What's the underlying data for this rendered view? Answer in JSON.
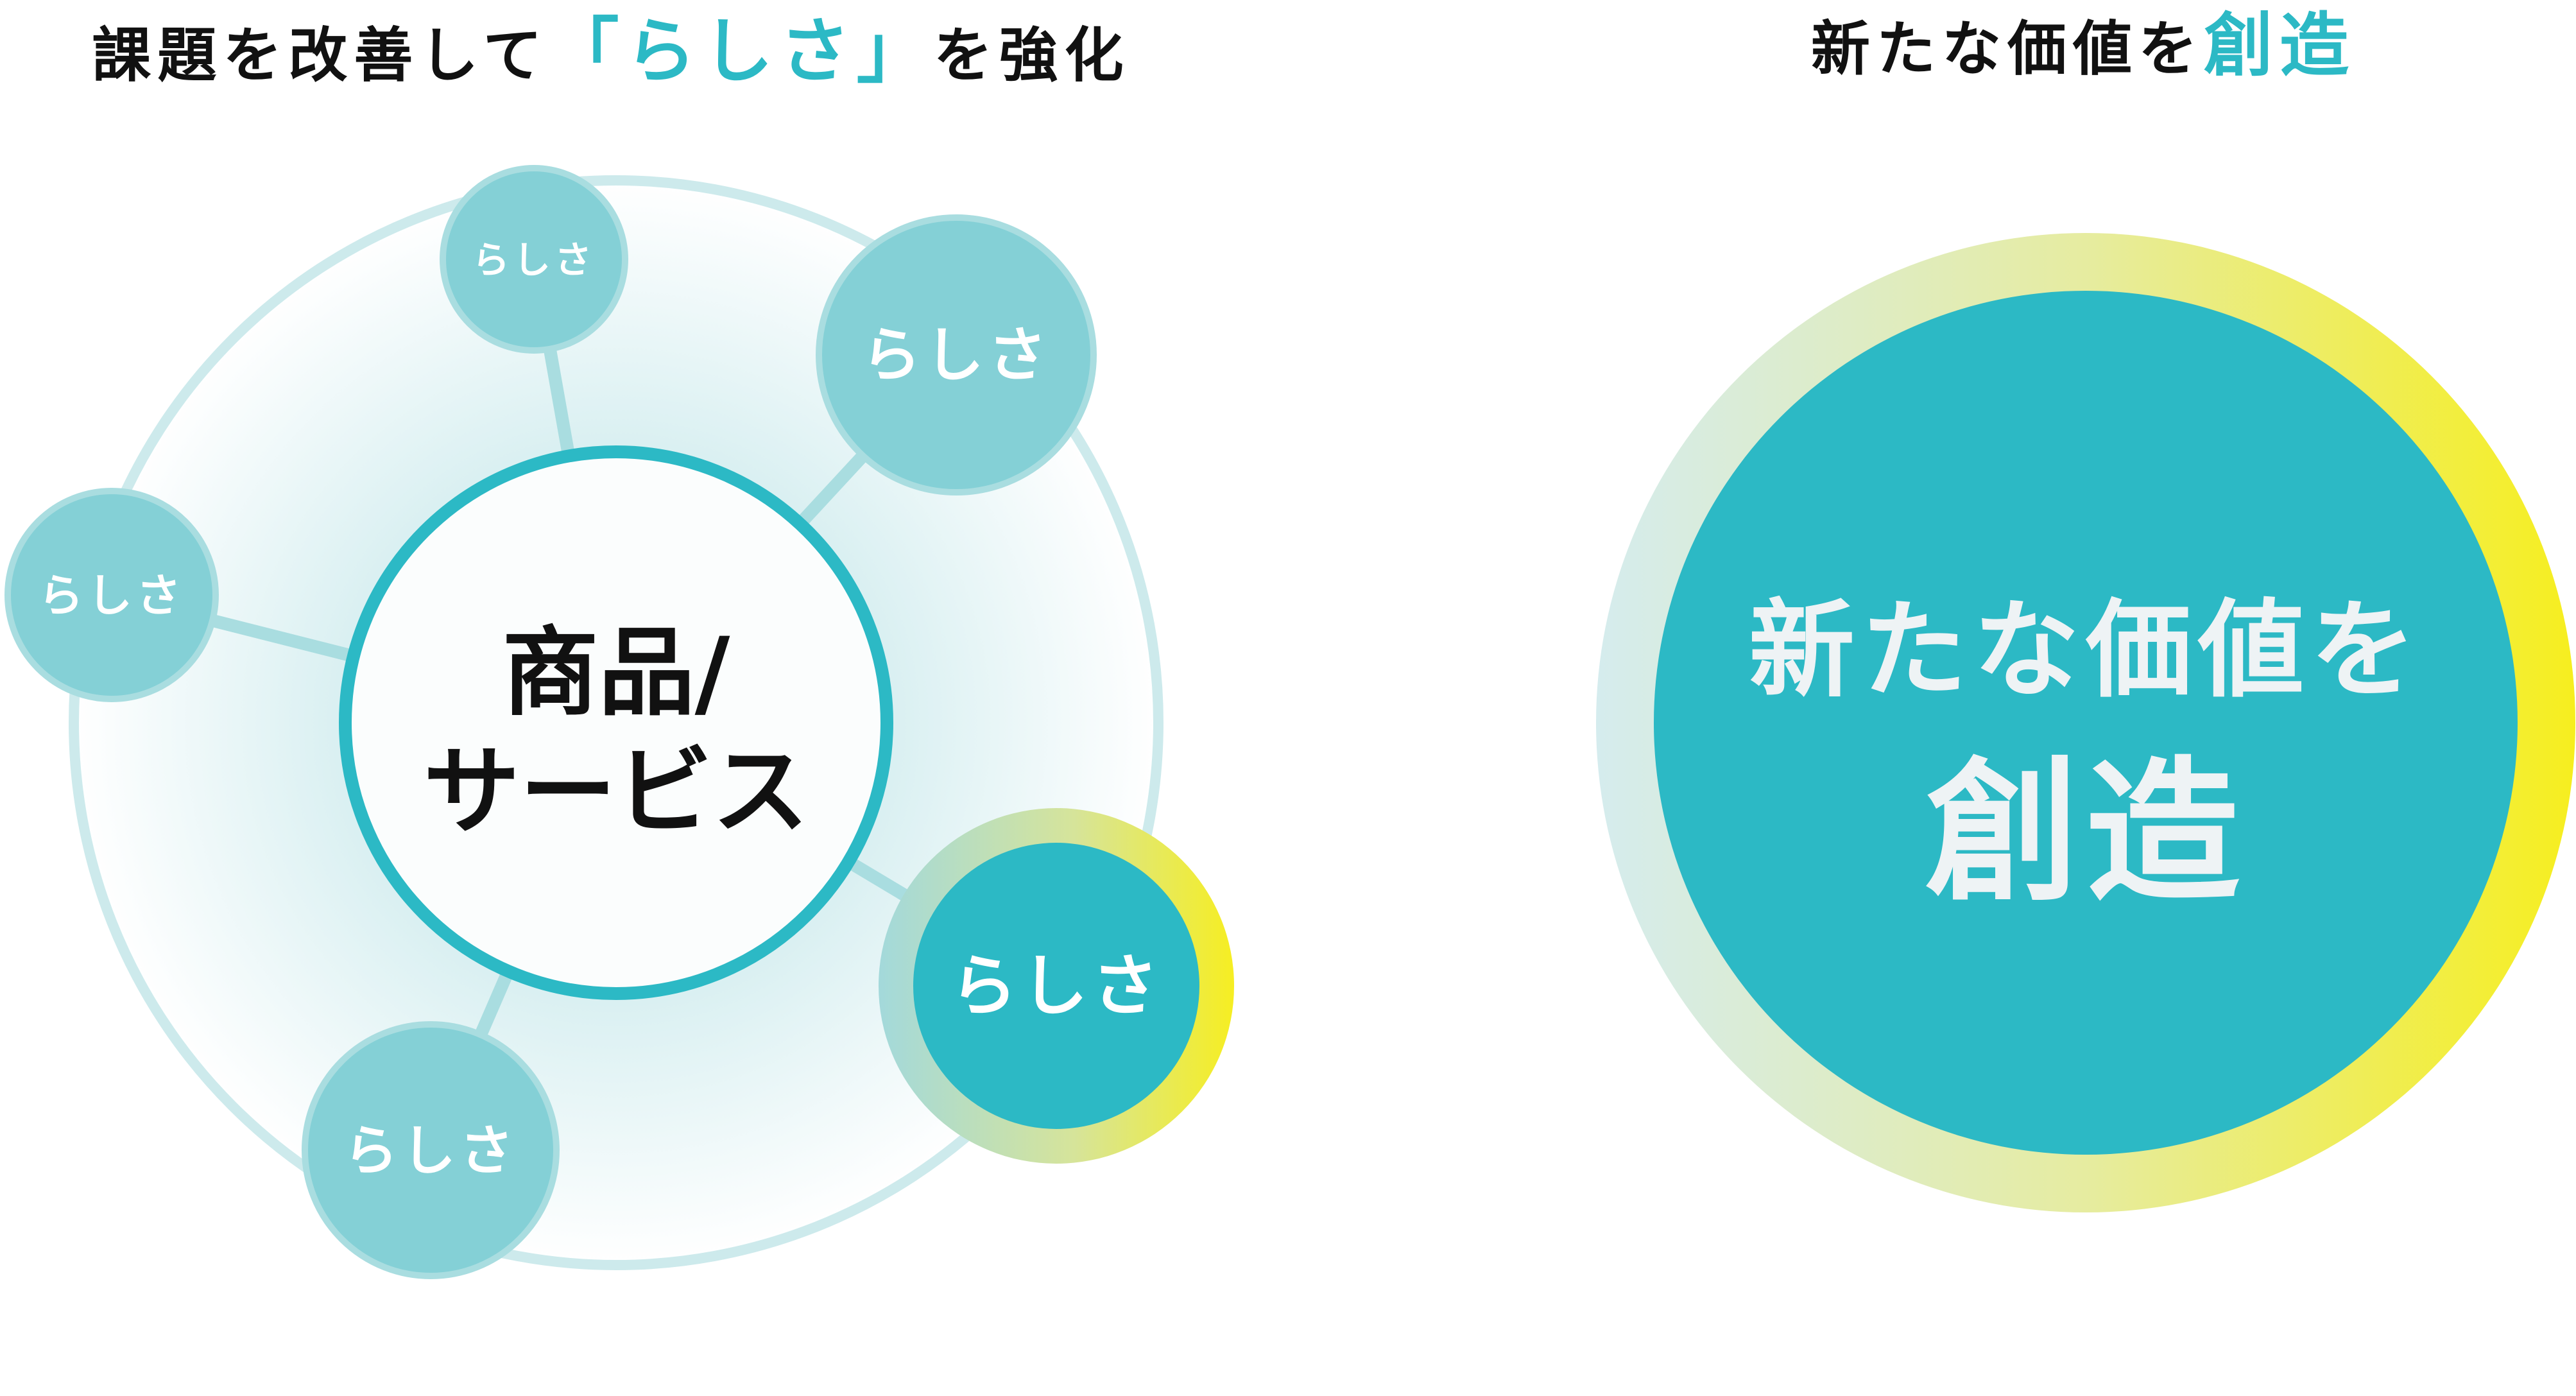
{
  "left": {
    "title_prefix": "課題を改善して",
    "title_accent": "「らしさ」",
    "title_suffix": "を強化",
    "center_line1": "商品/",
    "center_line2": "サービス",
    "nodes": [
      "らしさ",
      "らしさ",
      "らしさ",
      "らしさ",
      "らしさ"
    ]
  },
  "right": {
    "title_prefix": "新たな価値を",
    "title_accent": "創造",
    "circle_line1": "新たな価値を",
    "circle_line2": "創造"
  },
  "colors": {
    "accent": "#2cb9c5",
    "node": "#84d0d6",
    "ring": "#cdeaec",
    "highlight_yellow": "#f5ec2a"
  }
}
